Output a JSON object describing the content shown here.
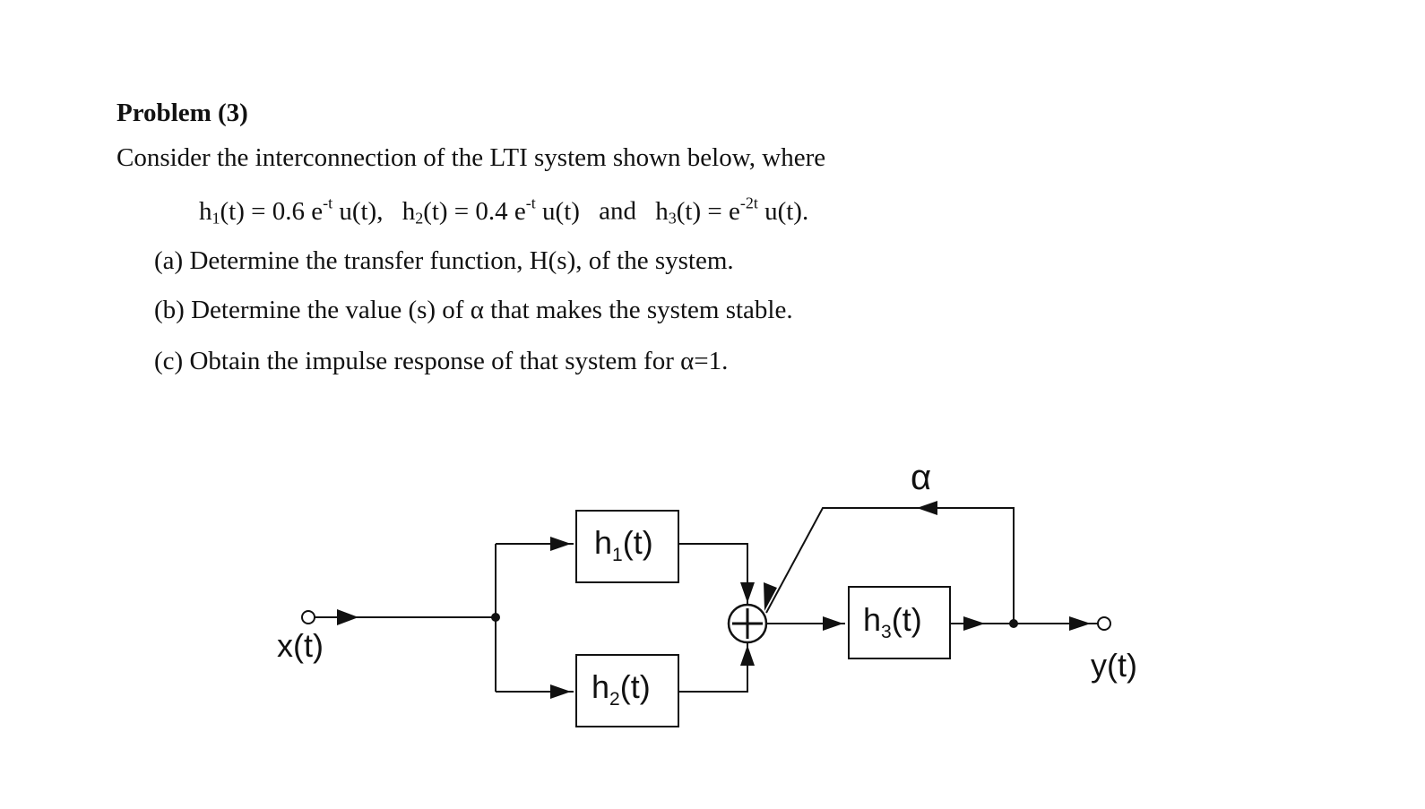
{
  "problem": {
    "title": "Problem (3)",
    "intro": "Consider the interconnection of the LTI system shown below, where",
    "equations": {
      "h1": {
        "lhs": "h",
        "sub": "1",
        "mid": "(t) = 0.6 e",
        "sup": "-t",
        "end": " u(t),"
      },
      "h2": {
        "lhs": "h",
        "sub": "2",
        "mid": "(t) = 0.4 e",
        "sup": "-t",
        "end": " u(t)"
      },
      "and": "and",
      "h3": {
        "lhs": "h",
        "sub": "3",
        "mid": "(t) = e",
        "sup": "-2t",
        "end": " u(t)."
      }
    },
    "parts": [
      {
        "label": "(a)",
        "text": "Determine the transfer function, H(s), of the system."
      },
      {
        "label": "(b)",
        "text": "Determine the value (s) of α that makes the system stable."
      },
      {
        "label": "(c)",
        "text": "Obtain the impulse response of that system for α=1."
      }
    ]
  },
  "diagram": {
    "input_label": {
      "base": "x",
      "rest": "(t)"
    },
    "output_label": {
      "base": "y",
      "rest": "(t)"
    },
    "alpha_label": "α",
    "blocks": [
      {
        "base": "h",
        "sub": "1",
        "rest": "(t)"
      },
      {
        "base": "h",
        "sub": "2",
        "rest": "(t)"
      },
      {
        "base": "h",
        "sub": "3",
        "rest": "(t)"
      }
    ]
  }
}
